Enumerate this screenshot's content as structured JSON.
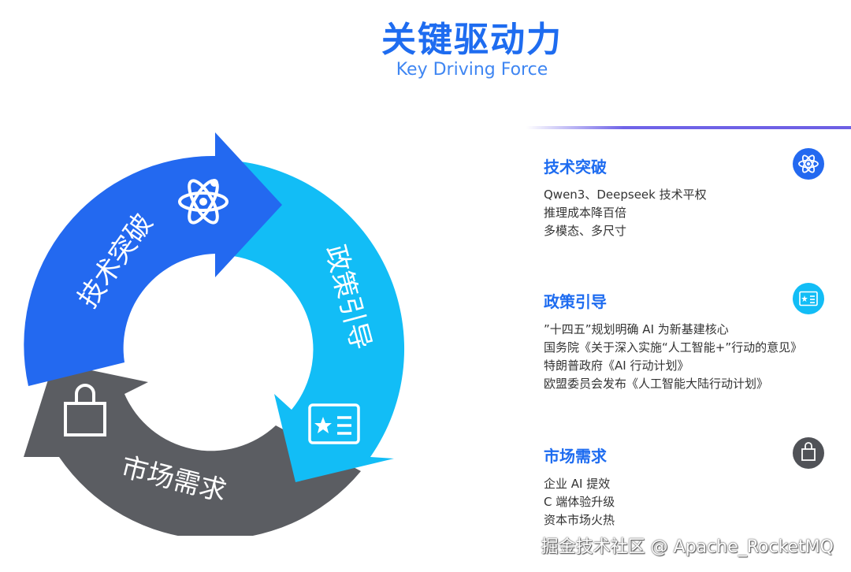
{
  "header": {
    "title": "关键驱动力",
    "subtitle": "Key Driving Force"
  },
  "cycle": {
    "segments": [
      {
        "label": "技术突破",
        "icon": "atom-icon",
        "color": "#2369f0"
      },
      {
        "label": "政策引导",
        "icon": "policy-document-icon",
        "color": "#12bdf6"
      },
      {
        "label": "市场需求",
        "icon": "shopping-bag-icon",
        "color": "#5b5d62"
      }
    ]
  },
  "sections": [
    {
      "title": "技术突破",
      "icon": "atom-icon",
      "badge_color": "#2369f0",
      "lines": [
        "Qwen3、Deepseek 技术平权",
        "推理成本降百倍",
        "多模态、多尺寸"
      ]
    },
    {
      "title": "政策引导",
      "icon": "policy-document-icon",
      "badge_color": "#12bdf6",
      "lines": [
        "”十四五”规划明确 AI 为新基建核心",
        "国务院《关于深入实施“人工智能+”行动的意见》",
        "特朗普政府《AI 行动计划》",
        "欧盟委员会发布《人工智能大陆行动计划》"
      ]
    },
    {
      "title": "市场需求",
      "icon": "shopping-bag-icon",
      "badge_color": "#505257",
      "lines": [
        "企业 AI 提效",
        "C 端体验升级",
        "资本市场火热"
      ]
    }
  ],
  "footer": {
    "watermark": "掘金技术社区 @ Apache_RocketMQ"
  }
}
